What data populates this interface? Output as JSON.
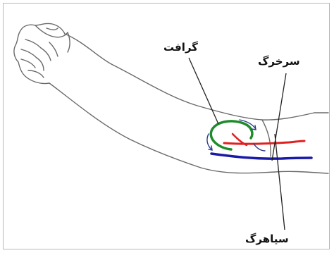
{
  "labels": {
    "graft": "گرافت",
    "artery": "سرخرگ",
    "vein": "سیاهرگ"
  },
  "colors": {
    "graft": "#1e8c2a",
    "artery": "#e02020",
    "vein": "#1a1aa8",
    "outline": "#555555",
    "arrow": "#2a3a8a"
  }
}
